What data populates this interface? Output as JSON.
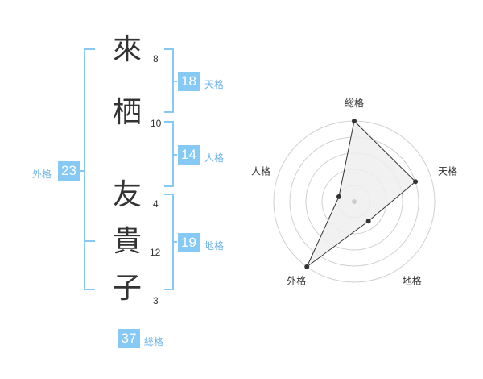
{
  "name": {
    "chars": [
      {
        "char": "來",
        "strokes": "8"
      },
      {
        "char": "栖",
        "strokes": "10"
      },
      {
        "char": "友",
        "strokes": "4"
      },
      {
        "char": "貴",
        "strokes": "12"
      },
      {
        "char": "子",
        "strokes": "3"
      }
    ]
  },
  "fortunes": {
    "tenkaku": {
      "value": "18",
      "label": "天格"
    },
    "jinkaku": {
      "value": "14",
      "label": "人格"
    },
    "chikaku": {
      "value": "19",
      "label": "地格"
    },
    "gaikaku": {
      "value": "23",
      "label": "外格"
    },
    "soukaku": {
      "value": "37",
      "label": "総格"
    }
  },
  "colors": {
    "accent": "#87c9f5",
    "label": "#6bb3e8",
    "fill": "#eeeeee"
  },
  "chart_data": {
    "type": "radar",
    "axes": [
      "総格",
      "天格",
      "地格",
      "外格",
      "人格"
    ],
    "values": [
      5,
      4,
      1.5,
      5,
      1
    ],
    "max": 5,
    "rings": 5
  }
}
